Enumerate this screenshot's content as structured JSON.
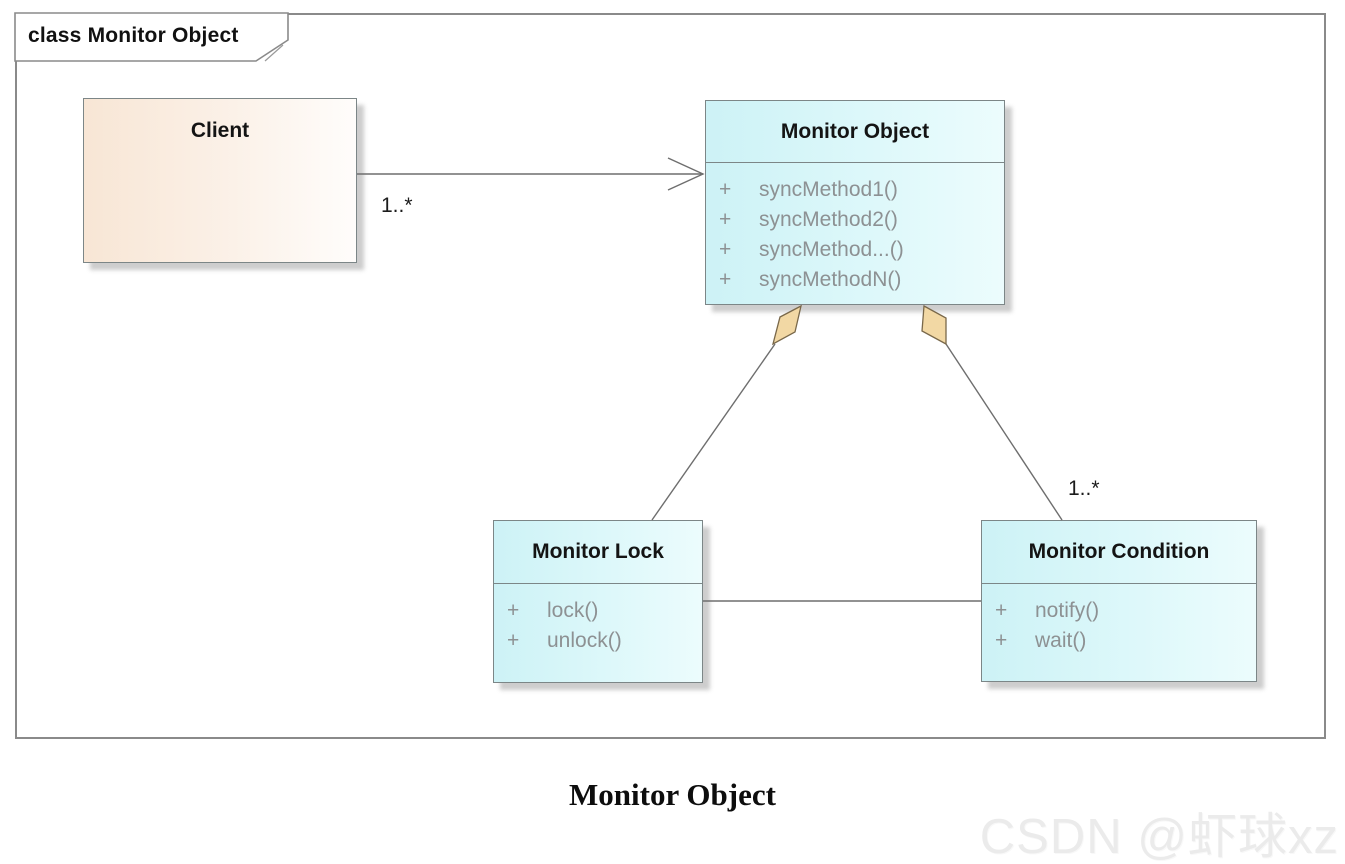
{
  "frame": {
    "label": "class Monitor Object"
  },
  "classes": {
    "client": {
      "name": "Client",
      "methods": []
    },
    "monitor_object": {
      "name": "Monitor Object",
      "methods": [
        {
          "vis": "+",
          "sig": "syncMethod1()"
        },
        {
          "vis": "+",
          "sig": "syncMethod2()"
        },
        {
          "vis": "+",
          "sig": "syncMethod...()"
        },
        {
          "vis": "+",
          "sig": "syncMethodN()"
        }
      ]
    },
    "monitor_lock": {
      "name": "Monitor Lock",
      "methods": [
        {
          "vis": "+",
          "sig": "lock()"
        },
        {
          "vis": "+",
          "sig": "unlock()"
        }
      ]
    },
    "monitor_condition": {
      "name": "Monitor Condition",
      "methods": [
        {
          "vis": "+",
          "sig": "notify()"
        },
        {
          "vis": "+",
          "sig": "wait()"
        }
      ]
    }
  },
  "relations": {
    "client_uses_monitor": {
      "type": "association-arrow",
      "multiplicity": "1..*"
    },
    "monitor_aggregates_lock": {
      "type": "aggregation",
      "multiplicity": ""
    },
    "monitor_aggregates_condition": {
      "type": "aggregation",
      "multiplicity": "1..*"
    },
    "lock_condition_link": {
      "type": "association",
      "multiplicity": ""
    }
  },
  "caption": "Monitor Object",
  "watermark": "CSDN @虾球xz",
  "colors": {
    "class_fill": "#cdf2f6",
    "client_fill": "#f8e6d5",
    "aggregation_diamond": "#f2d8a4",
    "line": "#6e6e6e",
    "frame_border": "#8a8a8a",
    "method_text": "#8d9193"
  }
}
